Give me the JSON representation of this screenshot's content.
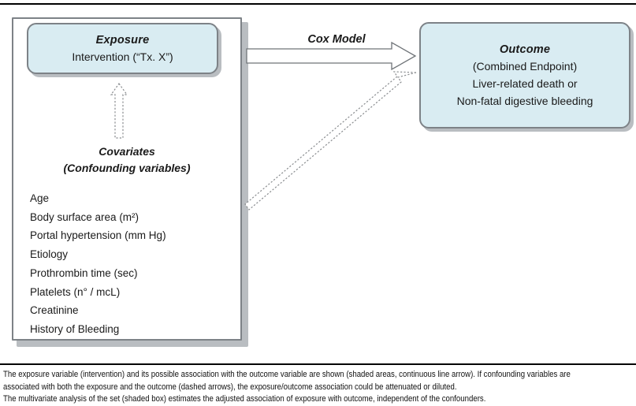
{
  "figure": {
    "title": "Cox model confounding diagram",
    "colors": {
      "node_fill": "#d9ecf2",
      "node_border": "#7d8287",
      "box_shadow": "#b9bdc1",
      "rule": "#000000",
      "text": "#1a1a1a"
    }
  },
  "exposure": {
    "title": "Exposure",
    "line1": "Intervention (“Tx. X”)"
  },
  "outcome": {
    "title": "Outcome",
    "line1": "(Combined Endpoint)",
    "line2": "Liver-related death or",
    "line3": "Non-fatal digestive bleeding"
  },
  "covariates": {
    "heading1": "Covariates",
    "heading2": "(Confounding variables)",
    "items": [
      {
        "text": "Age"
      },
      {
        "text": "Body surface area (m²)"
      },
      {
        "text": "Portal hypertension (mm Hg)"
      },
      {
        "text": "Etiology"
      },
      {
        "text": "Prothrombin time (sec)"
      },
      {
        "text": "Platelets (n° / mcL)"
      },
      {
        "text": "Creatinine"
      },
      {
        "text": "History of Bleeding"
      }
    ]
  },
  "arrows": {
    "cox_label": "Cox Model",
    "exposure_to_outcome": "solid block arrow",
    "covariates_to_exposure": "dashed block arrow",
    "covariates_to_outcome": "dashed block arrow"
  },
  "caption": {
    "line1": "The exposure variable (intervention) and its possible association with the outcome variable are shown (shaded areas, continuous line arrow). If confounding variables are",
    "line2": "associated with both the exposure and the outcome (dashed arrows), the exposure/outcome association could be attenuated or diluted.",
    "line3": "The multivariate analysis of the set (shaded box) estimates the adjusted association of exposure with outcome, independent of the confounders."
  }
}
